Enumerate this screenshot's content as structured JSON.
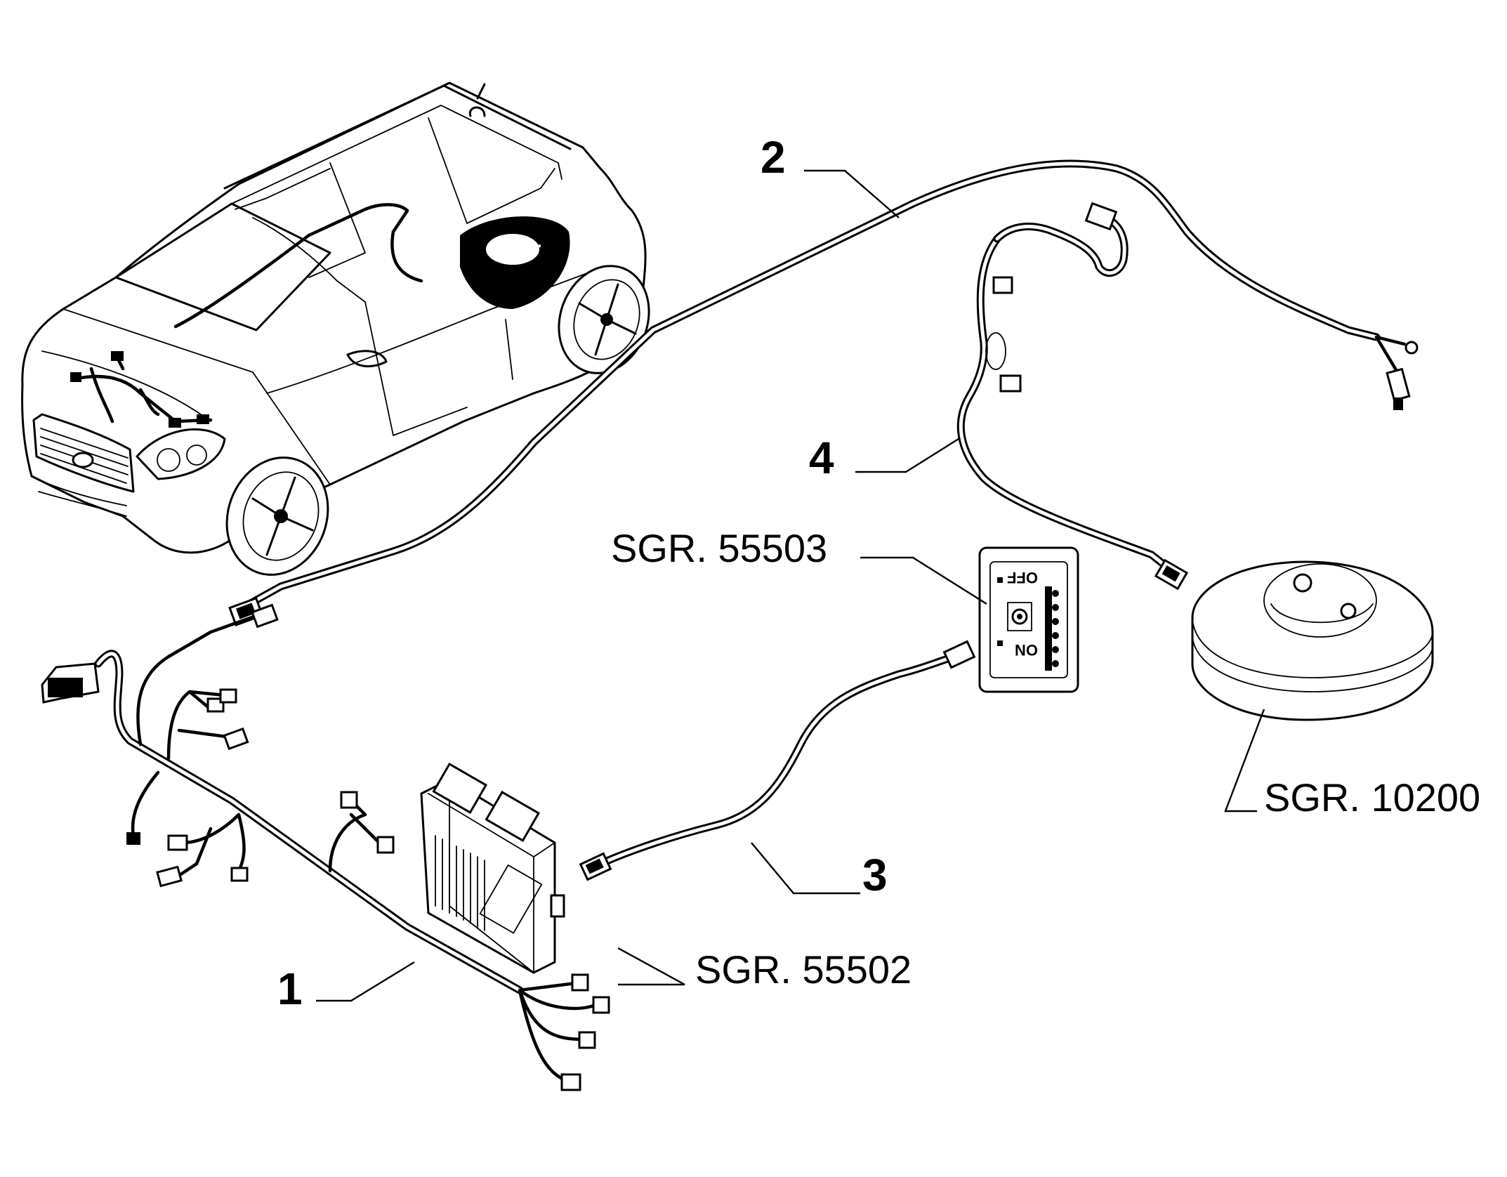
{
  "callouts": {
    "c1": "1",
    "c2": "2",
    "c3": "3",
    "c4": "4"
  },
  "references": {
    "r55503": "SGR. 55503",
    "r55502": "SGR. 55502",
    "r10200": "SGR. 10200"
  },
  "switch_panel": {
    "off_label": "OFF",
    "on_label": "ON"
  }
}
